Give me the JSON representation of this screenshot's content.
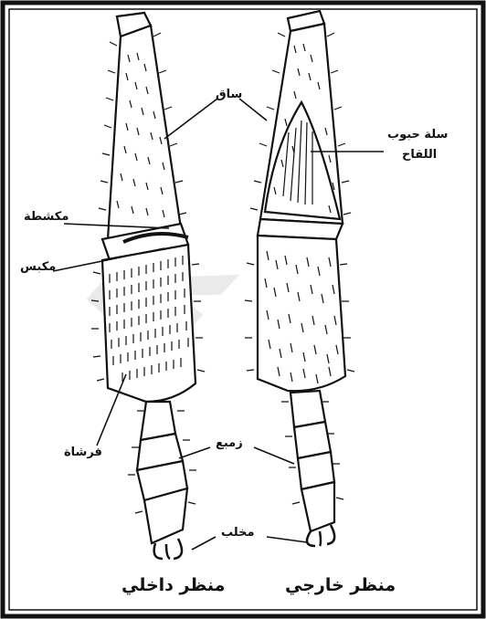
{
  "labels": {
    "saq": "ساق",
    "pollen_basket_line1": "سلة حبوب",
    "pollen_basket_line2": "اللقاح",
    "rake": "مكشطة",
    "press": "مكبس",
    "brush": "فرشاة",
    "spine": "زمبع",
    "claw": "مخلب"
  },
  "views": {
    "inner": "منظر داخلي",
    "outer": "منظر خارجي"
  },
  "colors": {
    "ink": "#111111",
    "paper": "#ffffff",
    "watermark": "#e8e8e8"
  }
}
